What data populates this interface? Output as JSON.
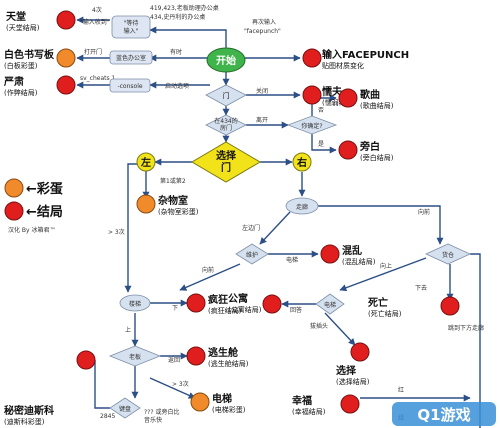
{
  "nodes": {
    "start": "开始",
    "door": "门",
    "in434": "在434的\n房门",
    "your_choice": "你确定?",
    "choose_door": "选择\n门",
    "left": "左",
    "right": "右",
    "corridor": "走廊",
    "maintenance": "维护",
    "cargo": "货仓",
    "elevator": "电梯",
    "stairs": "楼梯",
    "boss": "老板",
    "keyboard": "键盘"
  },
  "endings": {
    "heaven": "天堂\n(天堂结局)",
    "whiteboard": "白色书写板\n(白板彩蛋)",
    "serious": "严肃\n(作弊结局)",
    "facepunch": "输入FACEPUNCH\n贴图材质变化",
    "coward": "懦夫\n(懦弱结局)",
    "song": "歌曲\n(歌曲结局)",
    "narrator": "旁白\n(旁白结局)",
    "broom": "杂物室\n(杂物室彩蛋)",
    "chaos": "混乱\n(混乱结局)",
    "death": "死亡\n(死亡结局)",
    "apartment": "公寓\n(公寓结局)",
    "insane": "疯狂\n(疯狂结局)",
    "escape": "逃生舱\n(逃生舱结局)",
    "choice": "选择\n(选择结局)",
    "elevator_egg": "电梯\n(电梯彩蛋)",
    "happy": "幸福\n(幸福结局)",
    "secret": "秘密迪斯科\n(迪斯科彩蛋)"
  },
  "labels": {
    "top_numbers": "419,423,老板助理办公桌\n434,史丹利的办公桌",
    "four_times": "4次",
    "input_received": "\"输入收到\"",
    "wait_input": "\"等待\n输入\"",
    "enter_again": "再次输入\n\"facepunch\"",
    "open_door": "打开门",
    "blue_office": "蓝色办公室",
    "sometimes": "有时",
    "sv_cheats": "sv_cheats 1",
    "console": "-console",
    "launch_options": "启动选项",
    "close": "关闭",
    "go_out": "离开",
    "no": "否",
    "yes": "是",
    "first_or_second": "第1或第2",
    "three_times": "> 3次",
    "forward": "向前",
    "left_door": "左边门",
    "elevator_label": "电梯",
    "up": "向上",
    "down": "下去",
    "return_label": "回答",
    "unplug": "拔插头",
    "down2": "下",
    "up2": "上",
    "back": "返回",
    "three_times2": "> 3次",
    "red": "红",
    "jump_down": "跳到下方走廊",
    "code": "2845",
    "or_white": "???  或旁白比\n音乐快",
    "green": "绿"
  },
  "legend": {
    "easter_egg": "←彩蛋",
    "ending": "←结局",
    "credit": "汉化 By 冰箱君™"
  },
  "watermark": "Q1游戏",
  "colors": {
    "ending": "#e01e1e",
    "egg": "#f08a2a",
    "start": "#3fb44a",
    "choice": "#f2e21a",
    "node": "#d6e1ef",
    "edge": "#2c4f86"
  }
}
